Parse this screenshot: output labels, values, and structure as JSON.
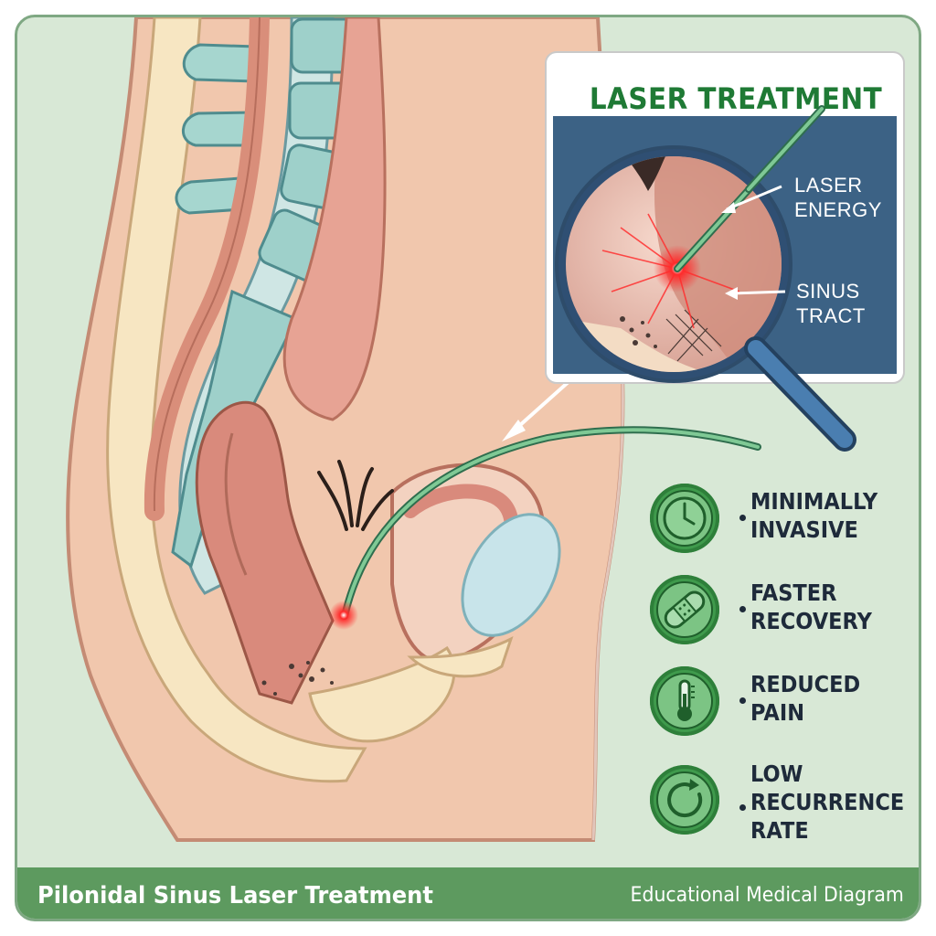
{
  "inset": {
    "title": "LASER TREATMENT",
    "labels": [
      {
        "lines": [
          "LASER",
          "ENERGY"
        ]
      },
      {
        "lines": [
          "SINUS",
          "TRACT"
        ]
      }
    ]
  },
  "benefits": [
    {
      "icon": "clock-icon",
      "lines": [
        "MINIMALLY",
        "INVASIVE"
      ]
    },
    {
      "icon": "bandage-icon",
      "lines": [
        "FASTER",
        "RECOVERY"
      ]
    },
    {
      "icon": "thermometer-icon",
      "lines": [
        "REDUCED",
        "PAIN"
      ]
    },
    {
      "icon": "recurrence-arrow-icon",
      "lines": [
        "LOW",
        "RECURRENCE",
        "RATE"
      ]
    }
  ],
  "footer": {
    "title": "Pilonidal Sinus Laser Treatment",
    "subtitle": "Educational Medical Diagram"
  },
  "colors": {
    "background": "#d8e8d6",
    "accent_green": "#3f9a4c",
    "inset_panel": "#3c6285",
    "laser_red": "#e8202a",
    "text_dark": "#1e2a3a"
  }
}
